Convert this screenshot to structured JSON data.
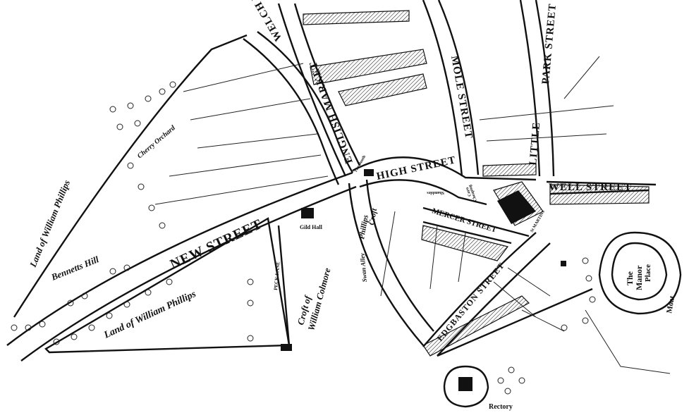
{
  "map": {
    "streets": {
      "welch_market": "WELCH MARKET",
      "english_market": "ENGLISH MARKET",
      "mole_street": "MOLE STREET",
      "little_park_street_1": "LITTLE",
      "little_park_street_2": "PARK STREET",
      "high_street": "HIGH STREET",
      "well_street": "WELL STREET",
      "new_street": "NEW STREET",
      "mercer_street": "MERCER STREET",
      "edgbaston_street": "EDGBASTON STREET",
      "swan_alley": "Swan Alley",
      "peck_lane": "PECK LANE"
    },
    "places": {
      "cherry_orchard": "Cherry Orchard",
      "land_phillips_north": "Land of William Phillips",
      "bennetts_hill": "Bennetts Hill",
      "land_phillips_south": "Land of William Phillips",
      "gild_hall": "Gild Hall",
      "croft_colmore_1": "Croft of",
      "croft_colmore_2": "William Colmore",
      "phillips_croft_1": "Phillips",
      "phillips_croft_2": "Croft",
      "the_booth": "The Booth",
      "shambles": "Shambles",
      "corn_cheaping_1": "Corn",
      "corn_cheaping_2": "Cheaping",
      "st_martins": "St MARTINS",
      "manor_1": "The",
      "manor_2": "Manor",
      "manor_3": "Place",
      "moat": "Moat",
      "rectory": "Rectory"
    },
    "colors": {
      "ink": "#111111",
      "paper": "#ffffff"
    }
  }
}
